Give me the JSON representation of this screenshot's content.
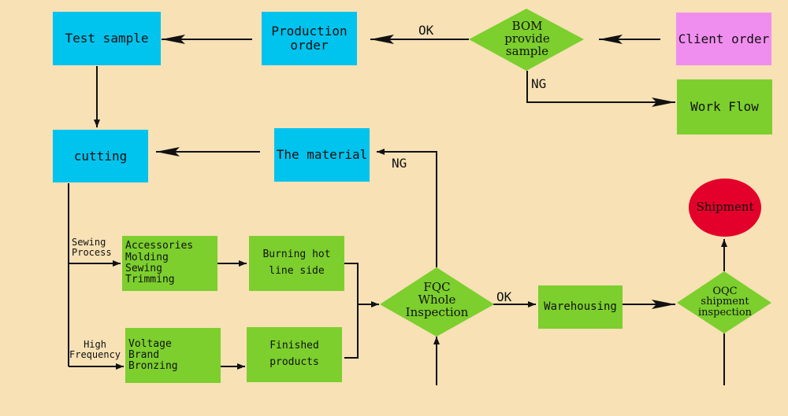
{
  "nodes": {
    "test_sample": "Test sample",
    "production_order": [
      "Production",
      "order"
    ],
    "bom": [
      "BOM",
      "provide",
      "sample"
    ],
    "client_order": "Client order",
    "work_flow": "Work Flow",
    "cutting": "cutting",
    "the_material": "The material",
    "accessories": [
      "Accessories",
      "Molding",
      "Sewing Trimming"
    ],
    "burning": [
      "Burning hot",
      "line side"
    ],
    "voltage": [
      "Voltage",
      "Brand",
      "Bronzing"
    ],
    "finished": [
      "Finished",
      "products"
    ],
    "fqc": [
      "FQC",
      "Whole",
      "Inspection"
    ],
    "warehousing": "Warehousing",
    "oqc": [
      "OQC",
      "shipment",
      "inspection"
    ],
    "shipment": "Shipment"
  },
  "labels": {
    "ok_top": "OK",
    "ng_bom": "NG",
    "ng_fqc": "NG",
    "ok_fqc": "OK",
    "sewing": [
      "Sewing",
      "Process"
    ],
    "high": [
      "High",
      "Frequency"
    ]
  },
  "colors": {
    "background": "#f7e1b5",
    "cyan": "#00c3ee",
    "green": "#7ccf2d",
    "pink": "#f08ef0",
    "red": "#e3002a",
    "line": "#111111"
  }
}
